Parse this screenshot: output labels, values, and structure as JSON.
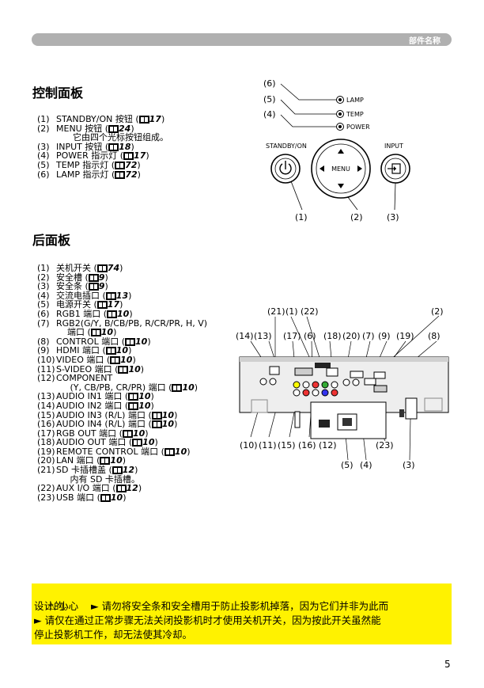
{
  "header": {
    "section_title": "部件名称"
  },
  "control_panel": {
    "title": "控制面板",
    "items": [
      {
        "num": "(1)",
        "text": "STANDBY/ON 按钮 (",
        "page": "17",
        "close": ")"
      },
      {
        "num": "(2)",
        "text": "MENU 按钮 (",
        "page": "24",
        "close": ")"
      },
      {
        "num": "",
        "text": "      它由四个光标按钮组成。",
        "page": "",
        "close": ""
      },
      {
        "num": "(3)",
        "text": "INPUT 按钮 (",
        "page": "18",
        "close": ")"
      },
      {
        "num": "(4)",
        "text": "POWER 指示灯 (",
        "page": "17",
        "close": ")"
      },
      {
        "num": "(5)",
        "text": "TEMP 指示灯 (",
        "page": "72",
        "close": ")"
      },
      {
        "num": "(6)",
        "text": "LAMP 指示灯 (",
        "page": "72",
        "close": ")"
      }
    ],
    "diagram": {
      "lamp_label": "LAMP",
      "temp_label": "TEMP",
      "power_label": "POWER",
      "standby_label": "STANDBY/ON",
      "input_label": "INPUT",
      "menu_label": "MENU",
      "callouts": {
        "c1": "(1)",
        "c2": "(2)",
        "c3": "(3)",
        "c4": "(4)",
        "c5": "(5)",
        "c6": "(6)"
      }
    }
  },
  "rear_panel": {
    "title": "后面板",
    "items": [
      {
        "num": "(1)",
        "text": "关机开关 (",
        "page": "74",
        "close": ")"
      },
      {
        "num": "(2)",
        "text": "安全槽 (",
        "page": "9",
        "close": ")"
      },
      {
        "num": "(3)",
        "text": "安全条 (",
        "page": "9",
        "close": ")"
      },
      {
        "num": "(4)",
        "text": "交流电插口 (",
        "page": "13",
        "close": ")"
      },
      {
        "num": "(5)",
        "text": "电源开关 (",
        "page": "17",
        "close": ")"
      },
      {
        "num": "(6)",
        "text": "RGB1 端口 (",
        "page": "10",
        "close": ")"
      },
      {
        "num": "(7)",
        "text": "RGB2(G/Y, B/CB/PB, R/CR/PR, H, V)",
        "page": "",
        "close": ""
      },
      {
        "num": "",
        "text": "    端口 (",
        "page": "10",
        "close": ")"
      },
      {
        "num": "(8)",
        "text": "CONTROL 端口 (",
        "page": "10",
        "close": ")"
      },
      {
        "num": "(9)",
        "text": "HDMI 端口 (",
        "page": "10",
        "close": ")"
      },
      {
        "num": "(10)",
        "text": "VIDEO 端口 (",
        "page": "10",
        "close": ")"
      },
      {
        "num": "(11)",
        "text": "S-VIDEO 端口 (",
        "page": "10",
        "close": ")"
      },
      {
        "num": "(12)",
        "text": "COMPONENT",
        "page": "",
        "close": ""
      },
      {
        "num": "",
        "text": "     (Y, CB/PB, CR/PR) 端口 (",
        "page": "10",
        "close": ")"
      },
      {
        "num": "(13)",
        "text": "AUDIO IN1 端口 (",
        "page": "10",
        "close": ")"
      },
      {
        "num": "(14)",
        "text": "AUDIO IN2 端口 (",
        "page": "10",
        "close": ")"
      },
      {
        "num": "(15)",
        "text": "AUDIO IN3 (R/L) 端口 (",
        "page": "10",
        "close": ")"
      },
      {
        "num": "(16)",
        "text": "AUDIO IN4 (R/L) 端口 (",
        "page": "10",
        "close": ")"
      },
      {
        "num": "(17)",
        "text": "RGB OUT 端口 (",
        "page": "10",
        "close": ")"
      },
      {
        "num": "(18)",
        "text": "AUDIO OUT 端口 (",
        "page": "10",
        "close": ")"
      },
      {
        "num": "(19)",
        "text": "REMOTE CONTROL 端口 (",
        "page": "10",
        "close": ")"
      },
      {
        "num": "(20)",
        "text": "LAN 端口 (",
        "page": "10",
        "close": ")"
      },
      {
        "num": "(21)",
        "text": "SD 卡插槽盖 (",
        "page": "12",
        "close": ")"
      },
      {
        "num": "",
        "text": "     内有 SD 卡插槽。",
        "page": "",
        "close": ""
      },
      {
        "num": "(22)",
        "text": "AUX I/O 端口 (",
        "page": "12",
        "close": ")"
      },
      {
        "num": "(23)",
        "text": "USB 端口 (",
        "page": "10",
        "close": ")"
      }
    ],
    "diagram": {
      "top_labels": [
        "(21)",
        "(1)",
        "(22)",
        "(2)"
      ],
      "mid_labels": [
        "(14)",
        "(13)",
        "(17)",
        "(6)",
        "(18)",
        "(20)",
        "(7)",
        "(9)",
        "(19)",
        "(8)"
      ],
      "bottom_labels": [
        "(10)",
        "(11)",
        "(15)",
        "(16)",
        "(12)",
        "(23)"
      ],
      "lower_labels": [
        "(5)",
        "(4)",
        "(3)"
      ]
    }
  },
  "caution": {
    "label": "小心",
    "line1": "► 请勿将安全条和安全槽用于防止投影机掉落，因为它们并非为此而",
    "line2": "设计的。",
    "line3": "► 请仅在通过正常步骤无法关闭投影机时才使用关机开关，因为按此开关虽然能",
    "line4": "停止投影机工作，却无法使其冷却。"
  },
  "page_number": "5"
}
